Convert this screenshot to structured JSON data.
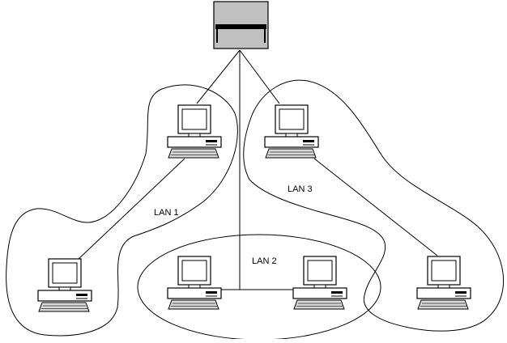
{
  "diagram": {
    "lan_labels": {
      "lan1": "LAN 1",
      "lan2": "LAN 2",
      "lan3": "LAN 3"
    },
    "nodes": [
      {
        "id": "server",
        "kind": "server-icon"
      },
      {
        "id": "pc-lan1-top",
        "kind": "computer-icon"
      },
      {
        "id": "pc-lan1-bottom",
        "kind": "computer-icon"
      },
      {
        "id": "pc-lan2-left",
        "kind": "computer-icon"
      },
      {
        "id": "pc-lan2-right",
        "kind": "computer-icon"
      },
      {
        "id": "pc-lan3-top",
        "kind": "computer-icon"
      },
      {
        "id": "pc-lan3-bottom",
        "kind": "computer-icon"
      }
    ],
    "colors": {
      "background": "#ffffff",
      "stroke": "#000000",
      "server_fill": "#c0c0c0",
      "monitor_fill": "#ffffff",
      "keyboard_fill": "#d8d8d8"
    }
  }
}
